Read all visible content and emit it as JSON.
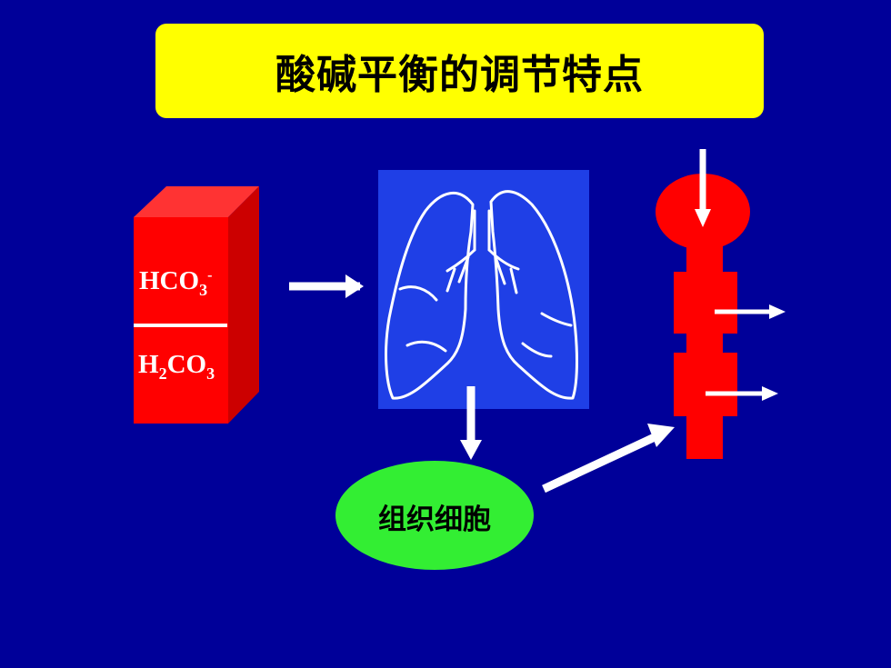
{
  "slide": {
    "title": "酸碱平衡的调节特点",
    "background_color": "#000099"
  },
  "buffer": {
    "numerator": {
      "base": "HCO",
      "sub": "3",
      "sup": "-"
    },
    "denominator": {
      "h": "H",
      "h_sub": "2",
      "co": "CO",
      "co_sub": "3"
    }
  },
  "cells": {
    "label": "组织细胞",
    "color": "#33ee33"
  },
  "colors": {
    "title_bg": "#ffff00",
    "block_red": "#ff0000",
    "lung_bg": "#1f3fe6",
    "arrow": "#ffffff"
  }
}
